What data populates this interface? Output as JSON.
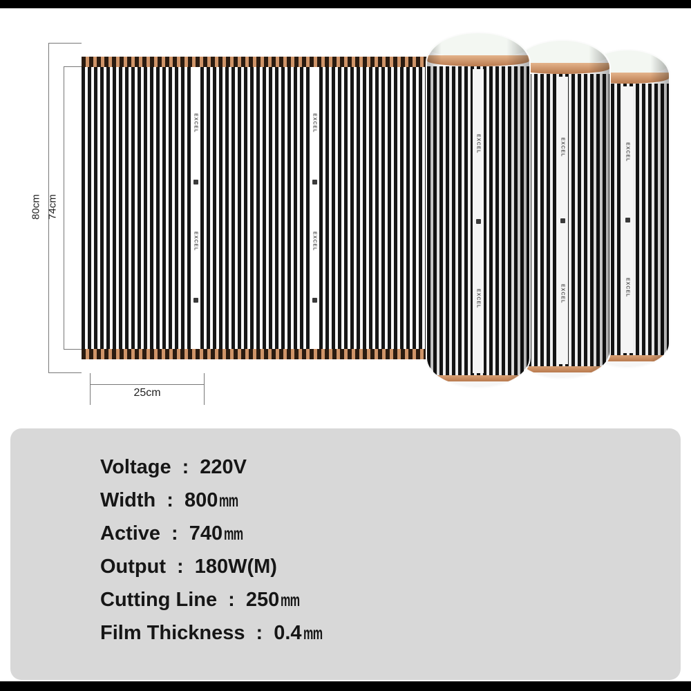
{
  "panel": {
    "colon": ":",
    "rows": [
      {
        "label": "Voltage",
        "value": "220V",
        "unit": ""
      },
      {
        "label": "Width",
        "value": "800",
        "unit": "mm"
      },
      {
        "label": "Active",
        "value": "740",
        "unit": "mm"
      },
      {
        "label": "Output",
        "value": "180W(M)",
        "unit": ""
      },
      {
        "label": "Cutting Line",
        "value": "250",
        "unit": "mm"
      },
      {
        "label": "Film Thickness",
        "value": "0.4",
        "unit": "mm"
      }
    ]
  },
  "dimensions": {
    "outer_height": "80cm",
    "active_height": "74cm",
    "segment_width": "25cm"
  },
  "film": {
    "brand": "EXCEL"
  },
  "colors": {
    "copper": "#cf9468",
    "panel_bg": "#d8d8d8",
    "stripe_dark": "#151515"
  }
}
